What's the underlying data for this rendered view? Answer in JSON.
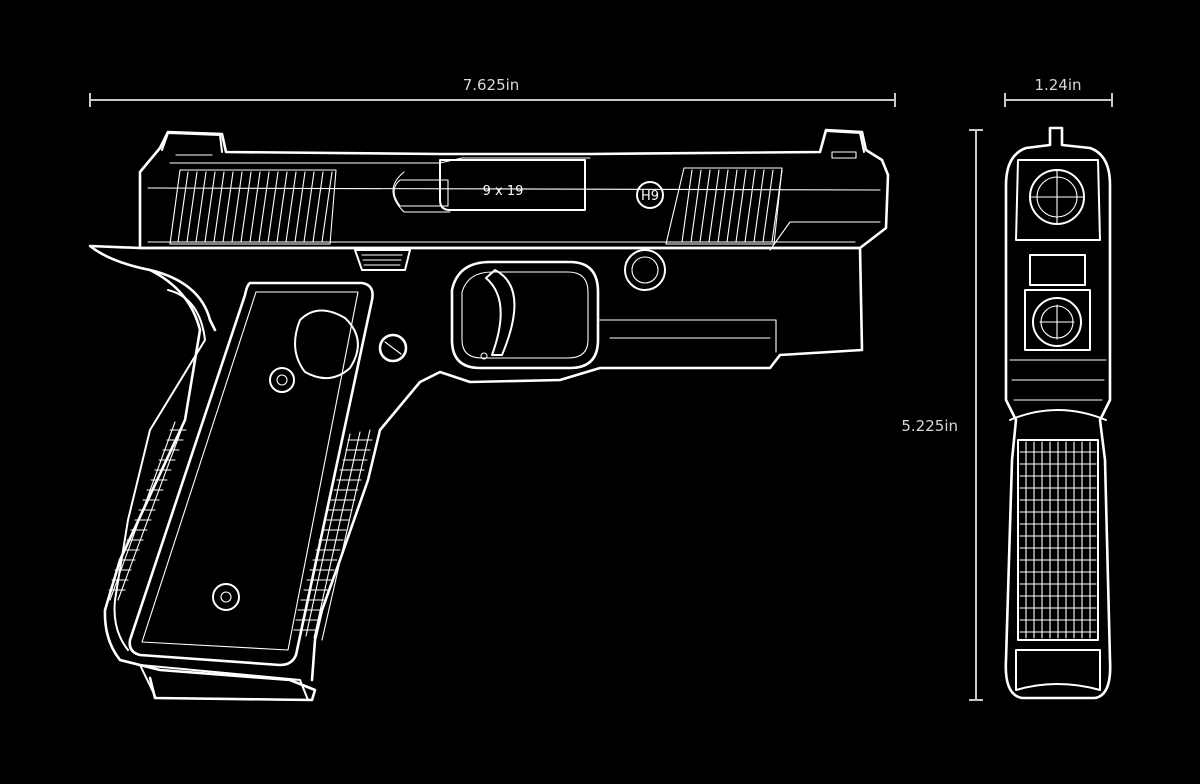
{
  "dimensions": {
    "length": "7.625in",
    "width": "1.24in",
    "height": "5.225in"
  },
  "slide": {
    "caliber_marking": "9 x 19",
    "logo_text": "H9"
  },
  "colors": {
    "background": "#000000",
    "line": "#ffffff",
    "dimension": "#c8c8c8"
  }
}
